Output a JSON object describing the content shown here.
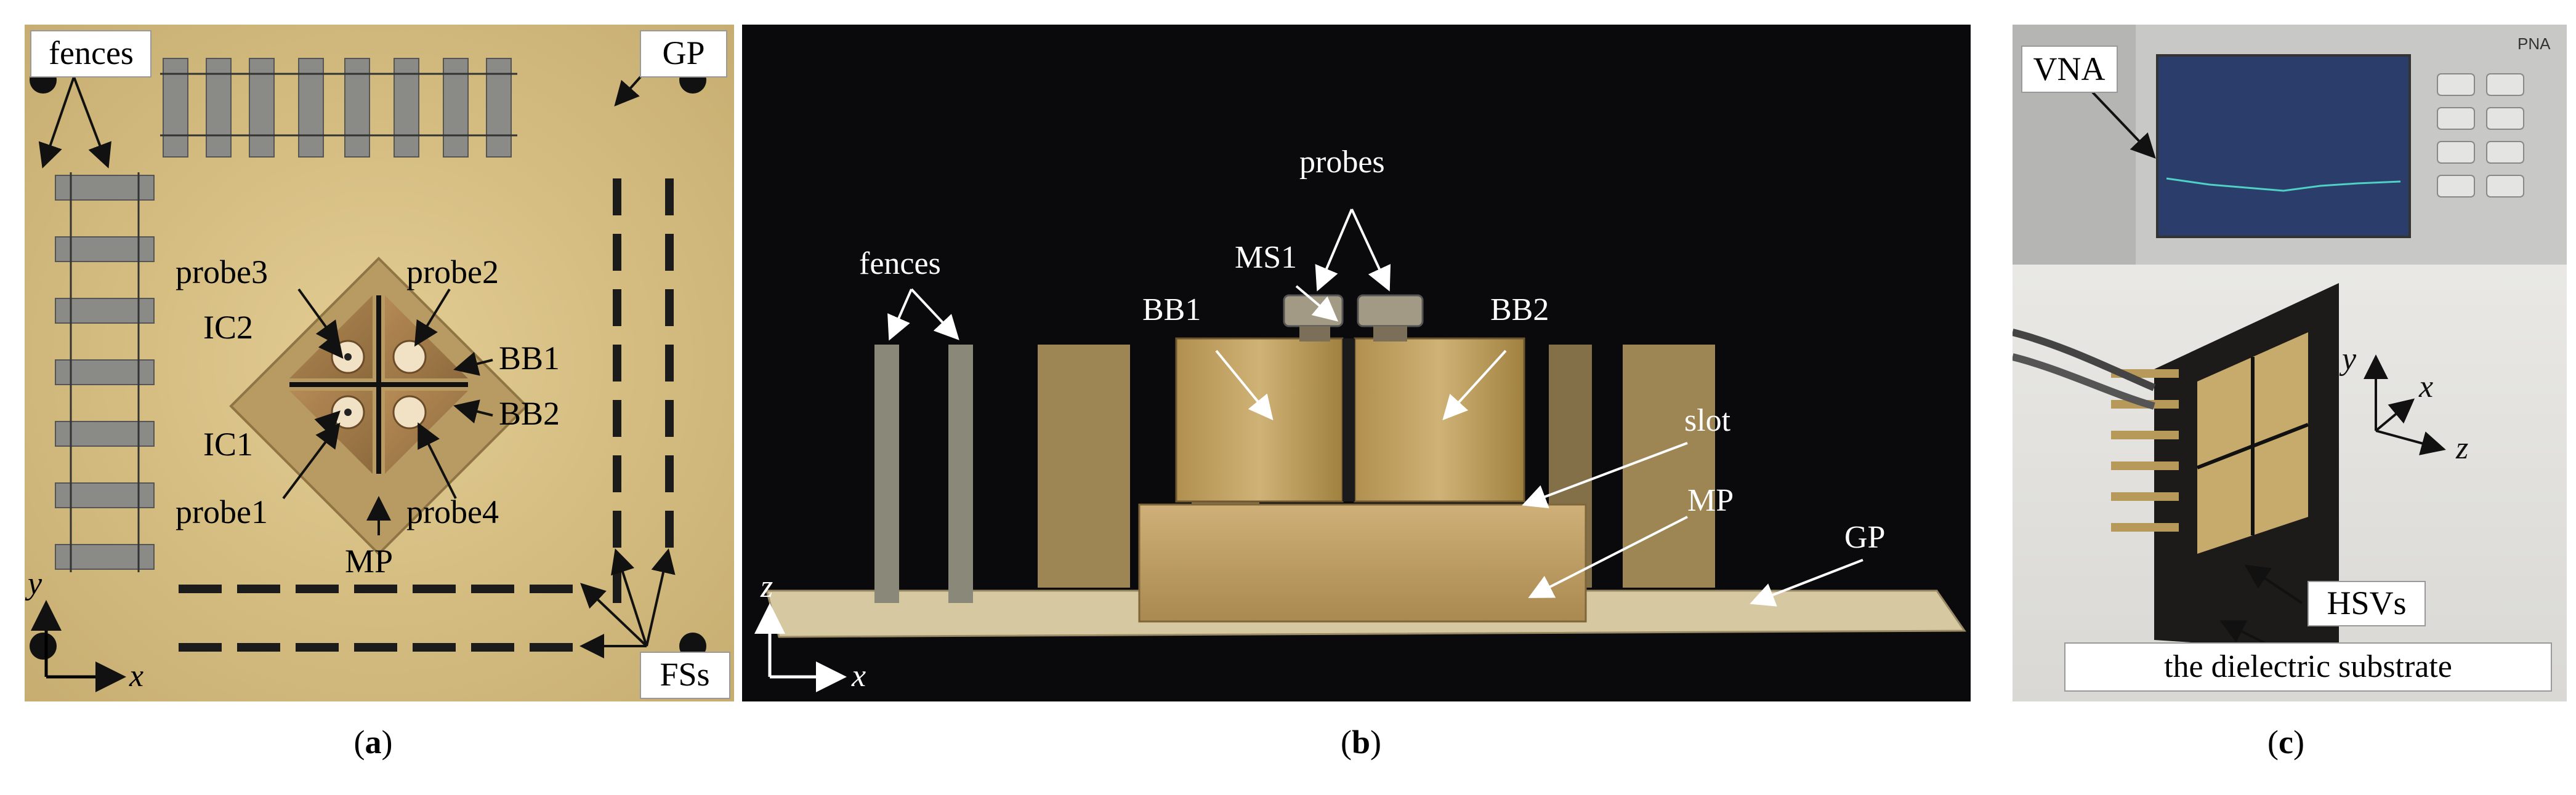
{
  "panels": {
    "a": {
      "caption_open": "(",
      "caption_letter": "a",
      "caption_close": ")",
      "labels": {
        "fences": "fences",
        "gp": "GP",
        "probe3": "probe3",
        "probe2": "probe2",
        "ic2": "IC2",
        "bb1": "BB1",
        "ic1": "IC1",
        "bb2": "BB2",
        "probe1": "probe1",
        "probe4": "probe4",
        "mp": "MP",
        "fss": "FSs",
        "axis_y": "y",
        "axis_x": "x"
      }
    },
    "b": {
      "caption_open": "(",
      "caption_letter": "b",
      "caption_close": ")",
      "labels": {
        "fences": "fences",
        "probes": "probes",
        "ms1": "MS1",
        "bb1": "BB1",
        "bb2": "BB2",
        "slot": "slot",
        "mp": "MP",
        "gp": "GP",
        "axis_z": "z",
        "axis_x": "x"
      }
    },
    "c": {
      "caption_open": "(",
      "caption_letter": "c",
      "caption_close": ")",
      "labels": {
        "vna": "VNA",
        "pna": "PNA",
        "hsvs": "HSVs",
        "substrate": "the dielectric substrate",
        "axis_y": "y",
        "axis_x": "x",
        "axis_z": "z"
      }
    }
  },
  "colors": {
    "brass": "#c9a86a",
    "board": "#d8c28a",
    "background_b": "#0a0a0c",
    "label_box": "#ffffff"
  }
}
